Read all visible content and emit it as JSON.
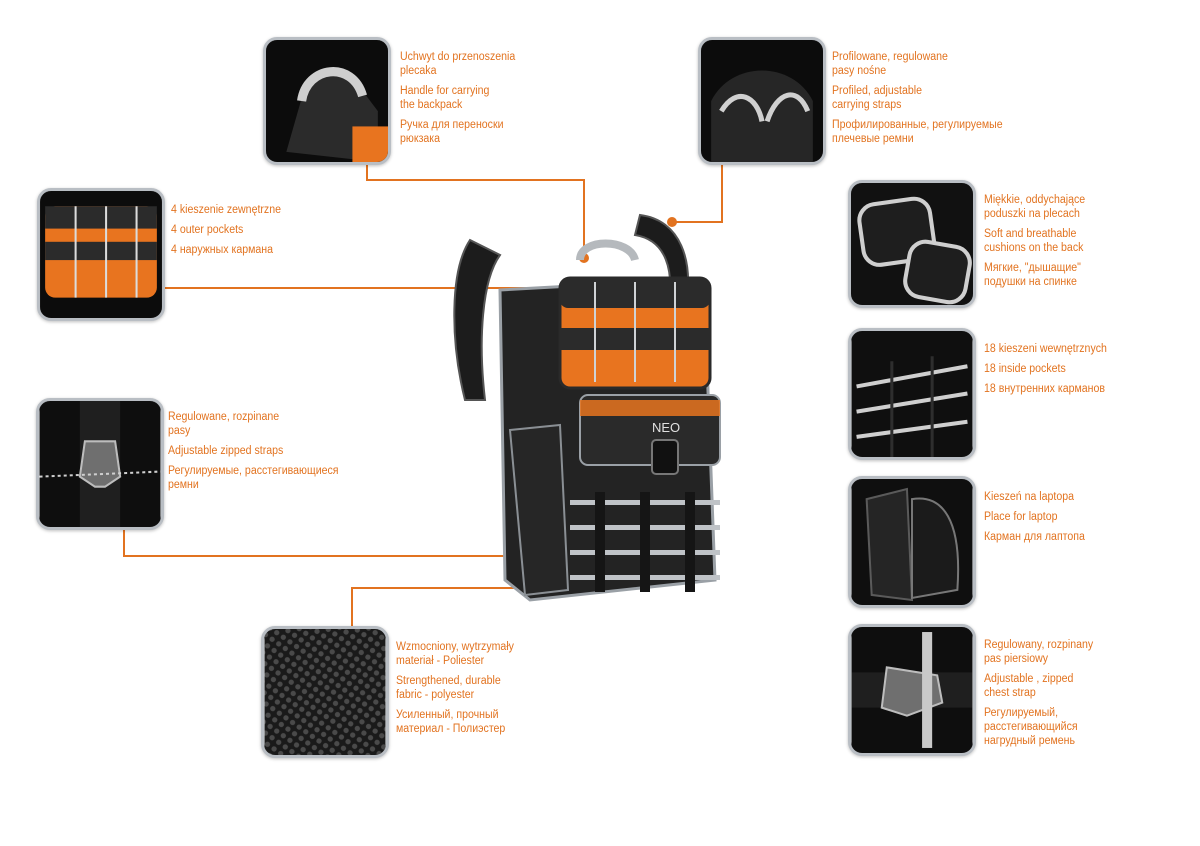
{
  "brand": {
    "logo_text": "NEO"
  },
  "colors": {
    "accent": "#e27320",
    "frame": "#b9bec4",
    "pack_dark": "#1e1e1e",
    "pack_orange": "#e8741f"
  },
  "features": [
    {
      "id": "handle",
      "lines": [
        "Uchwyt do przenoszenia\nplecaka",
        "Handle for carrying\nthe backpack",
        "Ручка для переноски\nрюкзака"
      ]
    },
    {
      "id": "straps",
      "lines": [
        "Profilowane, regulowane\npasy nośne",
        "Profiled, adjustable\ncarrying straps",
        "Профилированные, регулируемые\nплечевые ремни"
      ]
    },
    {
      "id": "outer-pockets",
      "lines": [
        "4 kieszenie zewnętrzne",
        "4 outer pockets",
        "4 наружных кармана"
      ]
    },
    {
      "id": "back-cushions",
      "lines": [
        "Miękkie, oddychające\npoduszki na plecach",
        "Soft and breathable\ncushions on the back",
        "Мягкие, \"дышащие\"\nподушки на спинке"
      ]
    },
    {
      "id": "inside-pockets",
      "lines": [
        "18 kieszeni wewnętrznych",
        "18 inside pockets",
        "18 внутренних карманов"
      ]
    },
    {
      "id": "zipped-straps",
      "lines": [
        "Regulowane, rozpinane\npasy",
        "Adjustable zipped straps",
        "Регулируемые, расстегивающиеся\nремни"
      ]
    },
    {
      "id": "laptop",
      "lines": [
        "Kieszeń na laptopa",
        "Place for laptop",
        "Карман для лаптопа"
      ]
    },
    {
      "id": "fabric",
      "lines": [
        "Wzmocniony, wytrzymały\nmateriał - Poliester",
        "Strengthened, durable\nfabric - polyester",
        "Усиленный, прочный\nматериал - Полиэстер"
      ]
    },
    {
      "id": "chest-strap",
      "lines": [
        "Regulowany, rozpinany\npas piersiowy",
        "Adjustable , zipped\nchest strap",
        "Регулируемый,\nрасстегивающийся\nнагрудный ремень"
      ]
    }
  ]
}
